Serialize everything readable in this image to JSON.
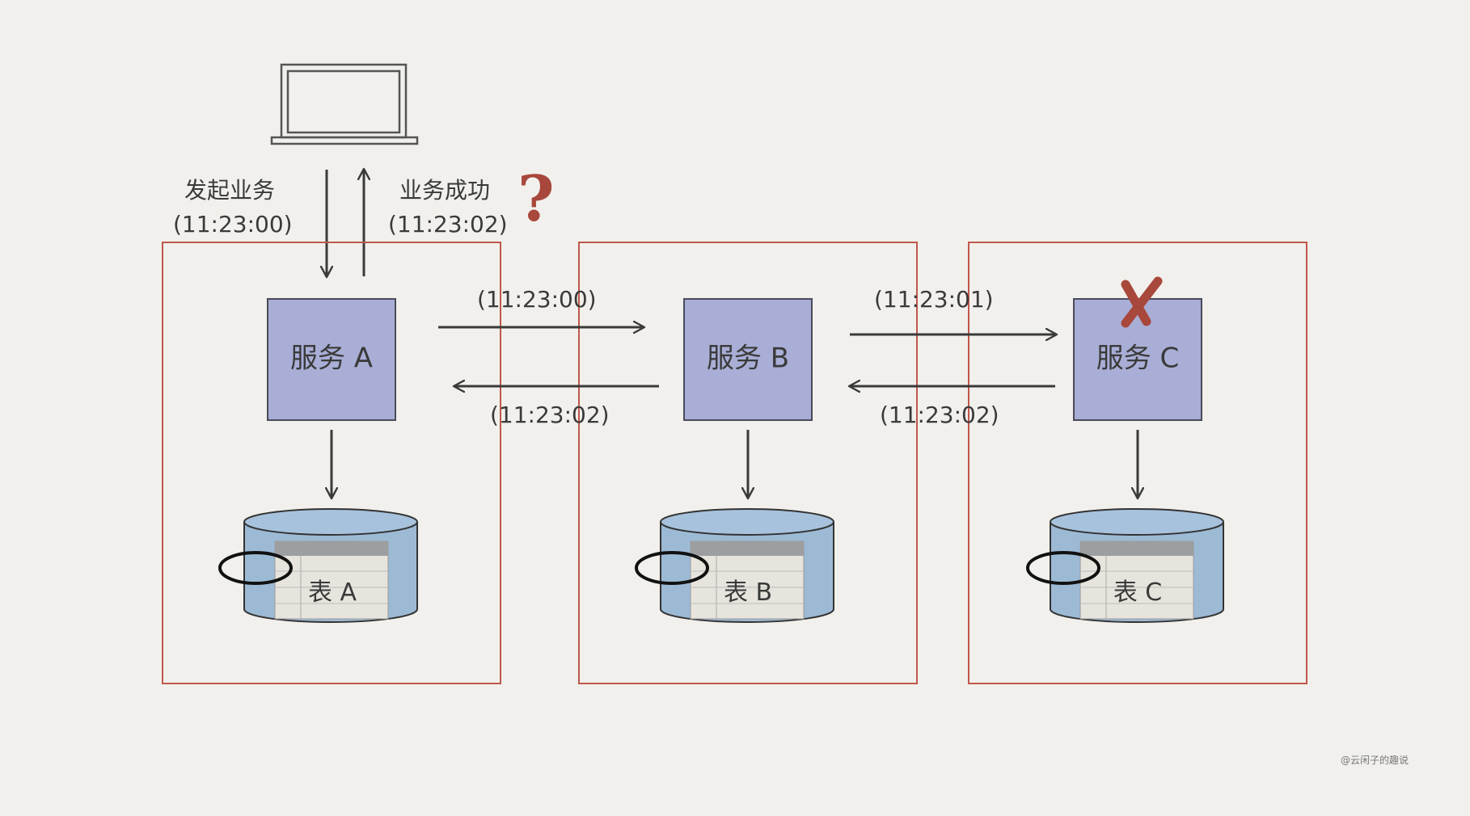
{
  "client": {
    "request_label": "发起业务",
    "request_time": "(11:23:00)",
    "response_label": "业务成功",
    "response_time": "(11:23:02)",
    "question_mark": "?"
  },
  "services": [
    {
      "id": "a",
      "name": "服务 A",
      "table": "表 A",
      "failed": false
    },
    {
      "id": "b",
      "name": "服务 B",
      "table": "表 B",
      "failed": false
    },
    {
      "id": "c",
      "name": "服务 C",
      "table": "表 C",
      "failed": true
    }
  ],
  "calls": [
    {
      "from": "a",
      "to": "b",
      "request_time": "(11:23:00)",
      "response_time": "(11:23:02)"
    },
    {
      "from": "b",
      "to": "c",
      "request_time": "(11:23:01)",
      "response_time": "(11:23:02)"
    }
  ],
  "watermark": "@云闲子的趣说",
  "colors": {
    "background": "#f1f0ec",
    "service_box": "#a9aed6",
    "database": "#9dbad5",
    "table_body": "#e6e4dc",
    "table_header": "#9c9ea0",
    "boundary": "#c0574b",
    "failure_mark": "#a8473b",
    "stroke": "#3a3a3a"
  }
}
